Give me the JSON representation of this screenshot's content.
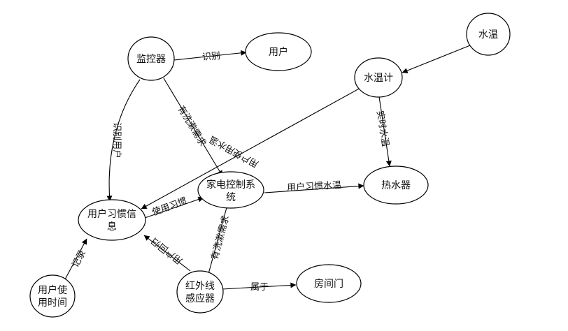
{
  "nodes": {
    "monitor": {
      "lines": [
        "监控器"
      ]
    },
    "user": {
      "lines": [
        "用户"
      ]
    },
    "water_temp": {
      "lines": [
        "水温"
      ]
    },
    "thermometer": {
      "lines": [
        "水温计"
      ]
    },
    "appliance_ctrl": {
      "lines": [
        "家电控制系",
        "统"
      ]
    },
    "water_heater": {
      "lines": [
        "热水器"
      ]
    },
    "user_habit": {
      "lines": [
        "用户习惯信",
        "息"
      ]
    },
    "usage_time": {
      "lines": [
        "用户使",
        "用时间"
      ]
    },
    "ir_sensor": {
      "lines": [
        "红外线",
        "感应器"
      ]
    },
    "room_door": {
      "lines": [
        "房间门"
      ]
    }
  },
  "edges": {
    "identify": {
      "label": "识别"
    },
    "identify_user": {
      "label": "识别用户"
    },
    "shower_need_1": {
      "label": "有洗漱需求"
    },
    "user_water_temp": {
      "label": "用户使用水温"
    },
    "realtime_temp": {
      "label": "实时水温"
    },
    "use_habit": {
      "label": "使用习惯"
    },
    "habit_temp": {
      "label": "用户习惯水温"
    },
    "record": {
      "label": "记录"
    },
    "user_return": {
      "label": "用户回归"
    },
    "shower_need_2": {
      "label": "有洗漱需求"
    },
    "belongs_to": {
      "label": "属于"
    }
  }
}
